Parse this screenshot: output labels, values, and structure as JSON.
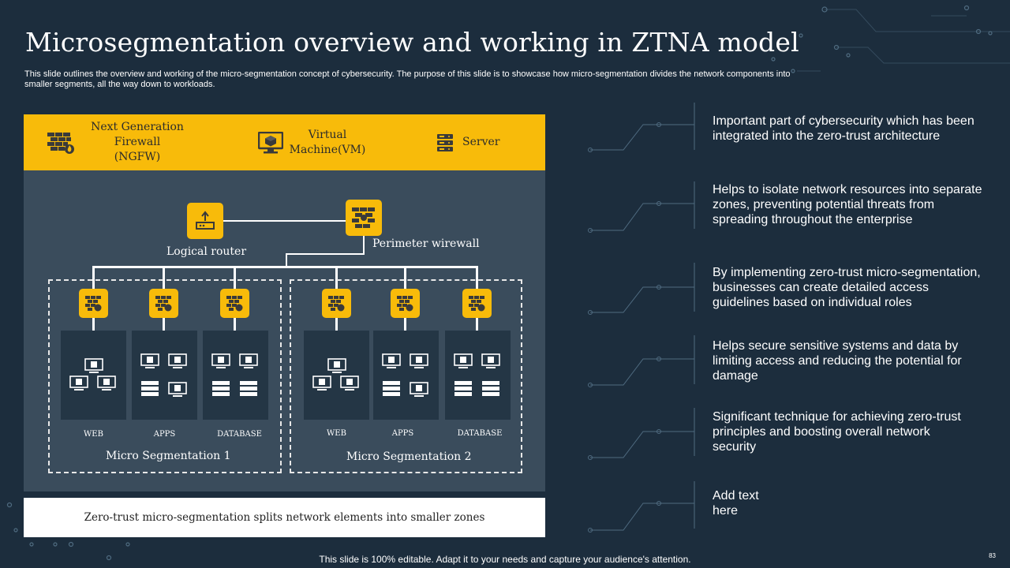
{
  "title": "Microsegmentation overview and working in ZTNA model",
  "subtitle": "This slide outlines the overview and working of the micro-segmentation concept of cybersecurity. The purpose of this slide is to showcase how micro-segmentation divides the network components into smaller segments, all the way down to workloads.",
  "topbar": {
    "items": [
      {
        "label": "Next Generation Firewall (NGFW)",
        "icon": "firewall-icon"
      },
      {
        "label": "Virtual Machine(VM)",
        "icon": "monitor-icon"
      },
      {
        "label": "Server",
        "icon": "server-icon"
      }
    ]
  },
  "diagram": {
    "router_label": "Logical router",
    "perimeter_label": "Perimeter wirewall",
    "segments": [
      {
        "label": "Micro Segmentation 1",
        "columns": [
          "WEB",
          "APPS",
          "DATABASE"
        ]
      },
      {
        "label": "Micro Segmentation 2",
        "columns": [
          "WEB",
          "APPS",
          "DATABASE"
        ]
      }
    ]
  },
  "bottom_text": "Zero-trust micro-segmentation splits network elements into smaller zones",
  "points": [
    "Important part of cybersecurity which has been integrated into the zero-trust architecture",
    "Helps to isolate network resources into separate zones, preventing potential threats from spreading throughout the enterprise",
    "By implementing zero-trust micro-segmentation, businesses can create detailed access guidelines based on individual roles",
    "Helps secure sensitive systems and data by limiting access and reducing the potential for damage",
    "Significant technique for achieving zero-trust principles and boosting overall network security",
    "Add text here"
  ],
  "footer": "This slide is 100% editable. Adapt it to your needs and capture your audience's attention.",
  "page_number": "83",
  "colors": {
    "background": "#1c2d3d",
    "accent": "#f8bb0a",
    "panel": "#3a4c5c",
    "card": "#243645"
  }
}
